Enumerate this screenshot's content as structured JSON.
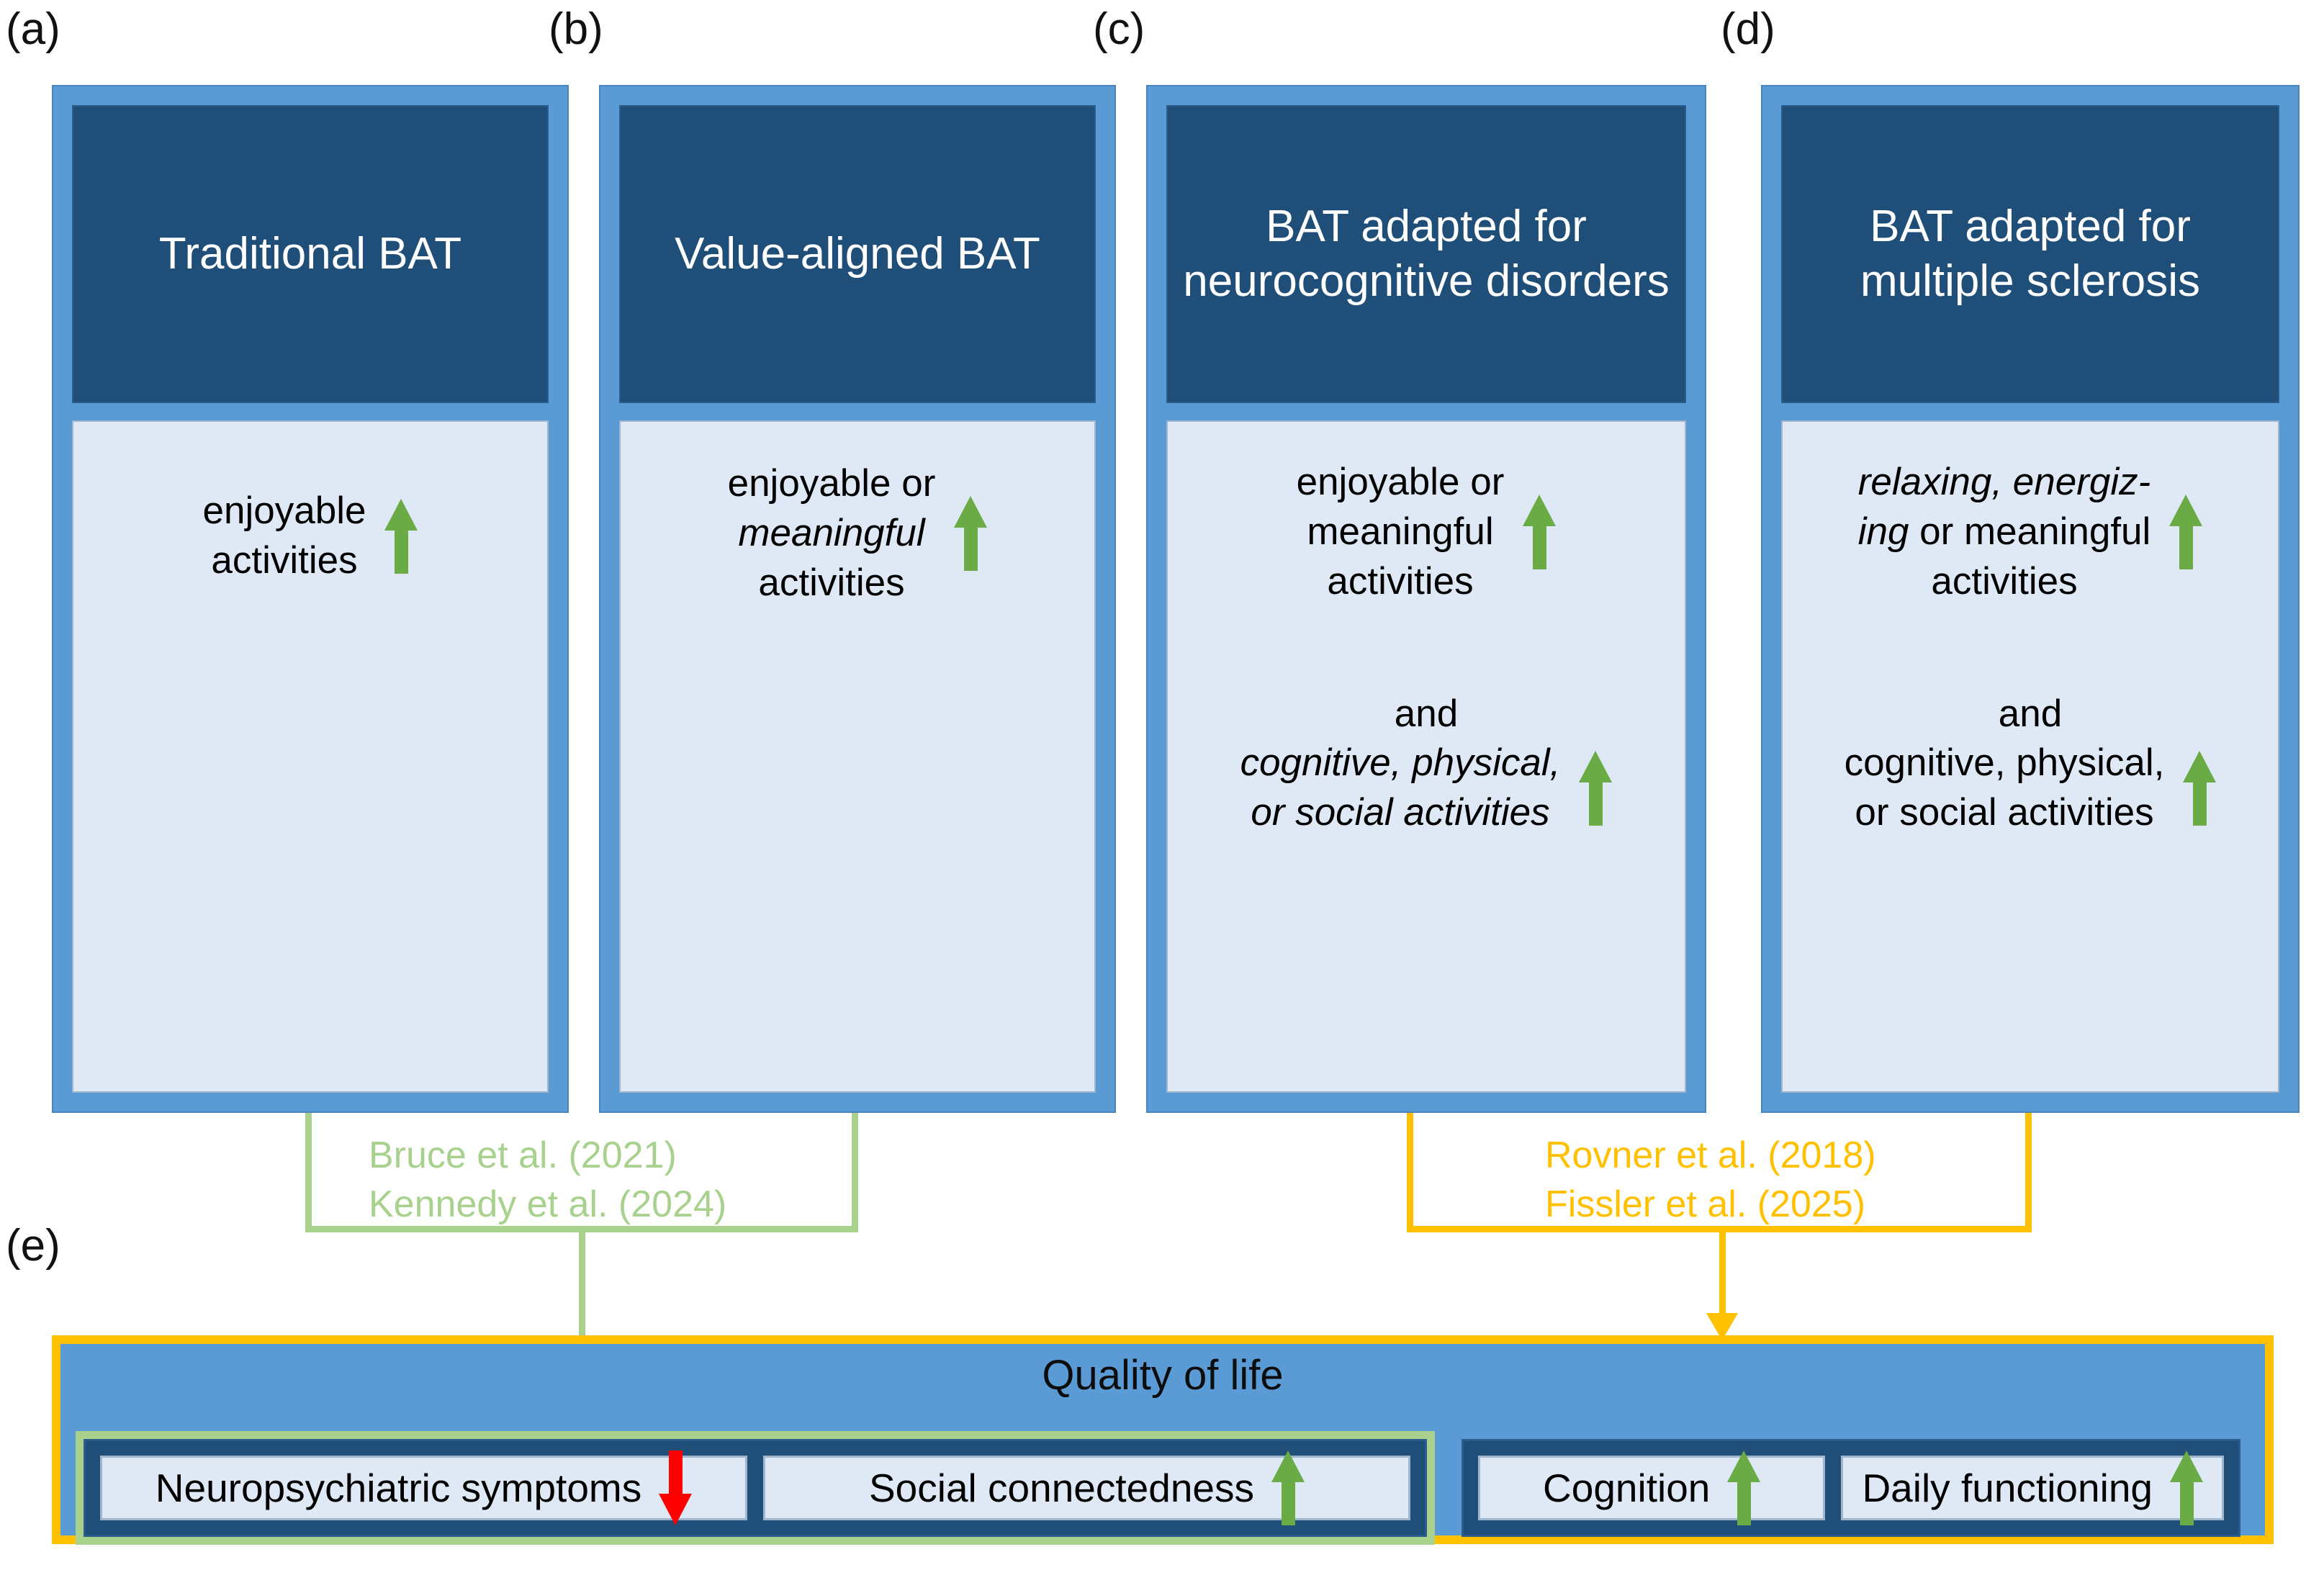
{
  "figure": {
    "type": "diagram",
    "panel_labels": [
      "(a)",
      "(b)",
      "(c)",
      "(d)",
      "(e)"
    ]
  },
  "panels": [
    {
      "tag": "(a)",
      "title": "Traditional BAT",
      "lines": [
        {
          "html": "enjoyable<br>activities",
          "arrow": "up-green"
        }
      ]
    },
    {
      "tag": "(b)",
      "title": "Value-aligned BAT",
      "lines": [
        {
          "html": "enjoyable or<br><em>meaningful</em><br>activities",
          "arrow": "up-green"
        }
      ]
    },
    {
      "tag": "(c)",
      "title": "BAT adapted for neurocognitive disorders",
      "conjunction": "and",
      "lines": [
        {
          "html": "enjoyable or<br>meaningful<br>activities",
          "arrow": "up-green"
        },
        {
          "html": "<em>cognitive, physical,<br>or social activities</em>",
          "arrow": "up-green"
        }
      ]
    },
    {
      "tag": "(d)",
      "title": "BAT adapted for multiple sclerosis",
      "conjunction": "and",
      "lines": [
        {
          "html": "<em>relaxing, energiz-<br>ing</em> or meaningful<br>activities",
          "arrow": "up-green"
        },
        {
          "html": "cognitive, physical,<br>or social activities",
          "arrow": "up-green"
        }
      ]
    }
  ],
  "connectors": {
    "green": {
      "color": "#A9D18E",
      "citations": [
        "Bruce et al. (2021)",
        "Kennedy et al. (2024)"
      ],
      "from_panels": [
        "(a)",
        "(b)"
      ],
      "to": "(e)"
    },
    "orange": {
      "color": "#FFC000",
      "citations": [
        "Rovner et al. (2018)",
        "Fissler et al. (2025)"
      ],
      "from_panels": [
        "(c)",
        "(d)"
      ],
      "to": "(e)"
    }
  },
  "outcome": {
    "tag": "(e)",
    "title": "Quality of life",
    "groups": [
      {
        "ring": "green",
        "chips": [
          {
            "label": "Neuropsychiatric symptoms",
            "arrow": "down-red"
          },
          {
            "label": "Social connectedness",
            "arrow": "up-green"
          }
        ]
      },
      {
        "ring": "none",
        "chips": [
          {
            "label": "Cognition",
            "arrow": "up-green"
          },
          {
            "label": "Daily functioning",
            "arrow": "up-green"
          }
        ]
      }
    ]
  },
  "colors": {
    "frame_blue": "#5B9BD5",
    "header_blue": "#1F4E79",
    "body_blue": "#DEE9F5",
    "arrow_green": "#6AAB46",
    "arrow_red": "#FF0000",
    "connector_green": "#A9D18E",
    "connector_orange": "#FFC000"
  }
}
